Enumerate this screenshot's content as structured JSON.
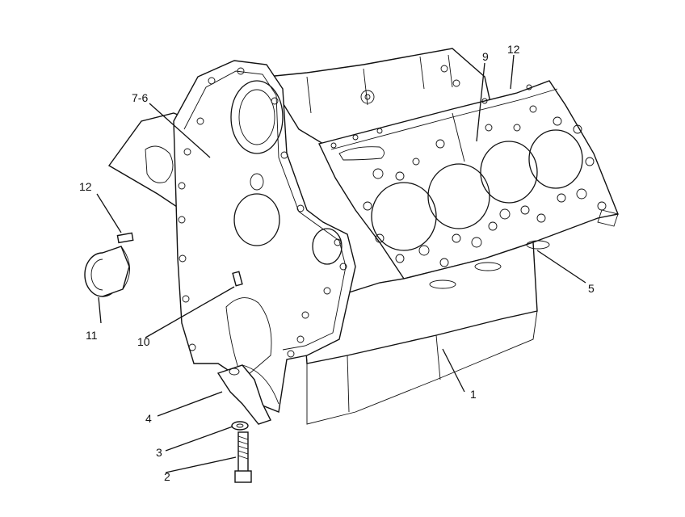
{
  "labels": {
    "l1": "1",
    "l2": "2",
    "l3": "3",
    "l4": "4",
    "l5": "5",
    "l76": "7-6",
    "l9": "9",
    "l10": "10",
    "l11": "11",
    "l12a": "12",
    "l12b": "12"
  }
}
